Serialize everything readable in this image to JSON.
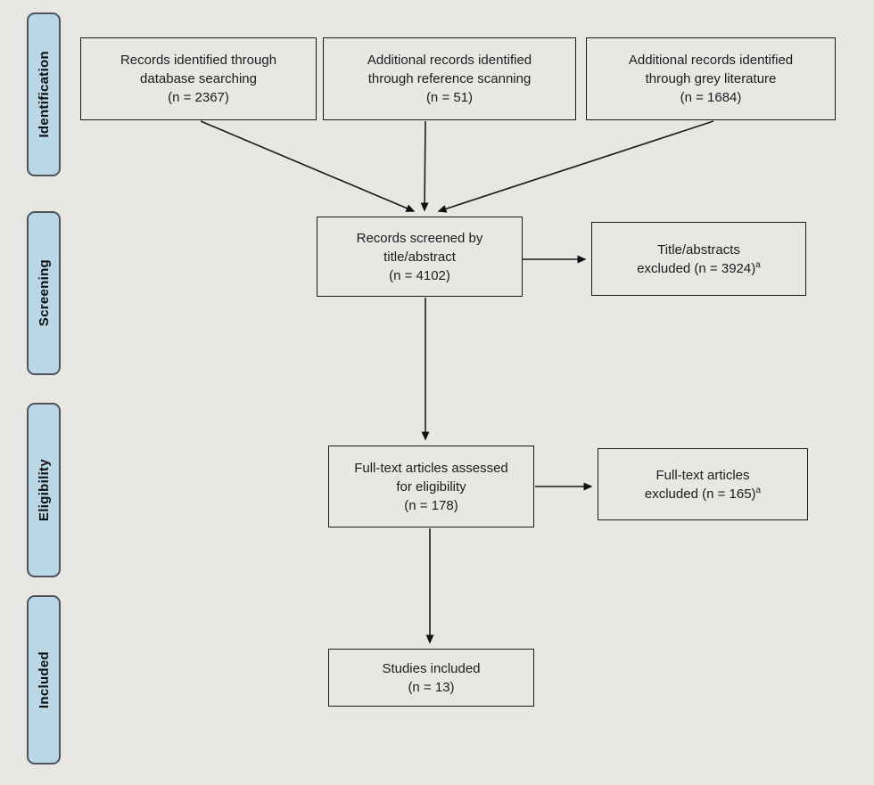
{
  "page": {
    "background_color": "#e8e7e4",
    "stage_fill_color": "#bad7e7",
    "stage_border_color": "#4f545a",
    "box_border_color": "#1a1a1a"
  },
  "sidebar": {
    "stages": [
      {
        "label": "Identification"
      },
      {
        "label": "Screening"
      },
      {
        "label": "Eligibility"
      },
      {
        "label": "Included"
      }
    ]
  },
  "flow": {
    "identification": {
      "sources": [
        {
          "lines": [
            "Records identified through",
            "database searching",
            "(n = 2367)"
          ],
          "n": 2367
        },
        {
          "lines": [
            "Additional records identified",
            "through reference scanning",
            "(n = 51)"
          ],
          "n": 51
        },
        {
          "lines": [
            "Additional records identified",
            "through grey literature",
            "(n = 1684)"
          ],
          "n": 1684
        }
      ]
    },
    "screening": {
      "screened": {
        "lines": [
          "Records screened by",
          "title/abstract",
          "(n = 4102)"
        ],
        "n": 4102
      },
      "excluded": {
        "lines": [
          "Title/abstracts",
          "excluded (n = 3924)"
        ],
        "note_marker": "a",
        "n": 3924
      }
    },
    "eligibility": {
      "assessed": {
        "lines": [
          "Full-text articles assessed",
          "for eligibility",
          "(n = 178)"
        ],
        "n": 178
      },
      "excluded": {
        "lines": [
          "Full-text articles",
          "excluded (n = 165)"
        ],
        "note_marker": "a",
        "n": 165
      }
    },
    "included": {
      "studies": {
        "lines": [
          "Studies included",
          "(n = 13)"
        ],
        "n": 13
      }
    }
  }
}
